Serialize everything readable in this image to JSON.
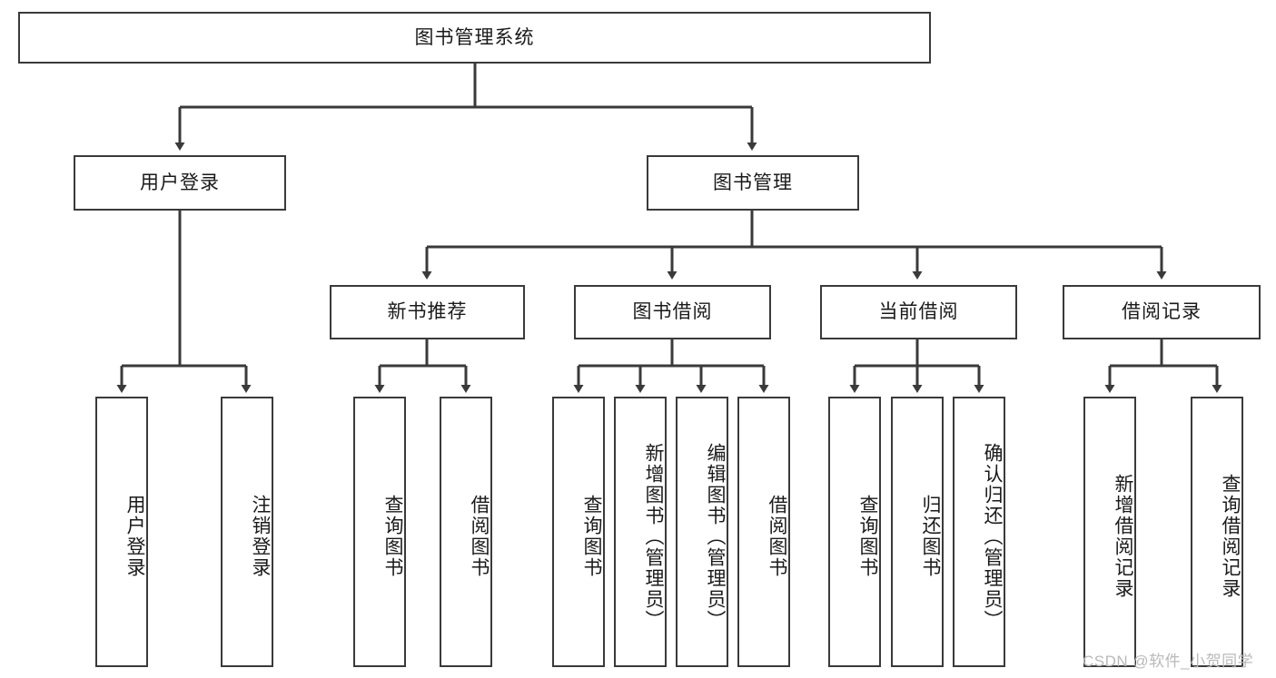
{
  "diagram": {
    "title": "图书管理系统",
    "type": "tree-structure-chart",
    "line_color": "#3a3a3a",
    "box_fill": "#ffffff",
    "text_color": "#1a1a1a",
    "watermark": "CSDN @软件_小贺同学",
    "root": {
      "label": "图书管理系统"
    },
    "level2": [
      {
        "label": "用户登录"
      },
      {
        "label": "图书管理"
      }
    ],
    "level3": [
      {
        "label": "新书推荐"
      },
      {
        "label": "图书借阅"
      },
      {
        "label": "当前借阅"
      },
      {
        "label": "借阅记录"
      }
    ],
    "leaves": {
      "user_login": [
        {
          "label": "用户登录"
        },
        {
          "label": "注销登录"
        }
      ],
      "new_book": [
        {
          "label": "查询图书"
        },
        {
          "label": "借阅图书"
        }
      ],
      "book_borrow": [
        {
          "label": "查询图书"
        },
        {
          "label": "新增图书（管理员）"
        },
        {
          "label": "编辑图书（管理员）"
        },
        {
          "label": "借阅图书"
        }
      ],
      "current_borrow": [
        {
          "label": "查询图书"
        },
        {
          "label": "归还图书"
        },
        {
          "label": "确认归还（管理员）"
        }
      ],
      "borrow_record": [
        {
          "label": "新增借阅记录"
        },
        {
          "label": "查询借阅记录"
        }
      ]
    }
  }
}
